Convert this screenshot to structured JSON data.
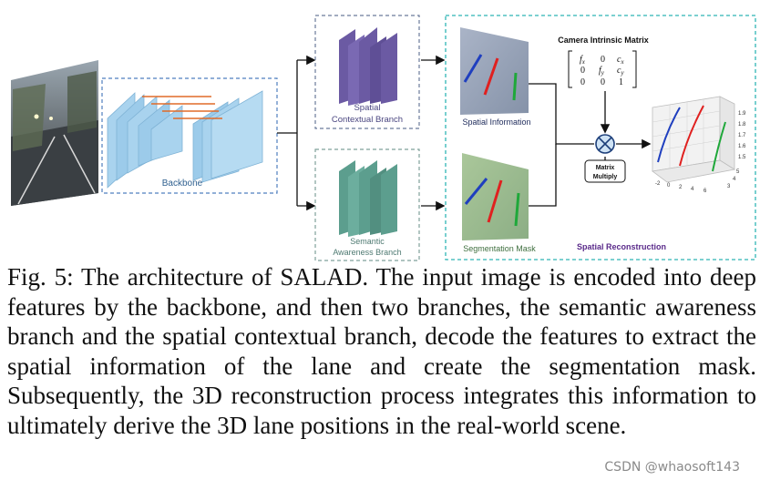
{
  "diagram": {
    "labels": {
      "backbone": "Backbone",
      "spatial_branch_1": "Spatial",
      "spatial_branch_2": "Contextual Branch",
      "semantic_branch_1": "Semantic",
      "semantic_branch_2": "Awareness Branch",
      "spatial_information": "Spatial Information",
      "segmentation_mask": "Segmentation Mask",
      "camera_matrix_title": "Camera Intrinsic Matrix",
      "matrix_multiply_1": "Matrix",
      "matrix_multiply_2": "Multiply",
      "spatial_reconstruction": "Spatial Reconstruction"
    },
    "matrix": {
      "r1c1": "f",
      "r1c1_sub": "x",
      "r1c2": "0",
      "r1c3": "c",
      "r1c3_sub": "x",
      "r2c1": "0",
      "r2c2": "f",
      "r2c2_sub": "y",
      "r2c3": "c",
      "r2c3_sub": "y",
      "r3c1": "0",
      "r3c2": "0",
      "r3c3": "1"
    },
    "plot_ticks": {
      "x": [
        "-2",
        "0",
        "2",
        "4",
        "6"
      ],
      "z": [
        "1.9",
        "1.8",
        "1.7",
        "1.6",
        "1.5"
      ],
      "y": [
        "5",
        "4",
        "3"
      ]
    },
    "colors": {
      "backbone_fill": "#a9d3ee",
      "spatial_branch_fill": "#6b5aa3",
      "semantic_branch_fill": "#5c9e8e",
      "spatial_frame": "#6a7a9a",
      "semantic_frame": "#7fa09a",
      "teal_frame": "#2fb5b5",
      "lane_blue": "#1f3fbf",
      "lane_red": "#e0201f",
      "lane_green": "#1fa83a",
      "reconstruction_label": "#5a2a8a"
    }
  },
  "caption": {
    "text": "Fig. 5: The architecture of SALAD. The input image is encoded into deep features by the backbone, and then two branches, the semantic awareness branch and the spatial contextual branch, decode the features to extract the spatial information of the lane and create the segmentation mask. Subsequently, the 3D reconstruction process integrates this information to ultimately derive the 3D lane positions in the real-world scene."
  },
  "watermark": "CSDN @whaosoft143"
}
